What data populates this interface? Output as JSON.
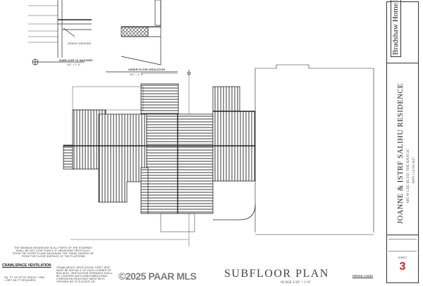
{
  "details": {
    "detail1_title": "SUBFLOOR TO MASONRY",
    "detail1_scale": "3/4\" = 1'-0\"",
    "detail1_note": "GRAVEL BEDDING",
    "detail2_title": "UNDER FLOOR INSULATION",
    "detail2_scale": "3/4\" = 1'-0\""
  },
  "notes": {
    "headroom": "THE MINIMUM HEADROOM IN ALL PARTS OF THE STAIRWAY SHALL BE NOT LESS THAN 6'-8\" MEASURED VERTICALLY FROM THE SLOPE PLANE ADJOINING THE TREAD NOSING OR FROM THE FLOOR SURFACE OF THE PLATFORM",
    "crawlspace_title": "CRAWLSPACE VENTILATION",
    "crawlspace_text": "SQ. FT. OF ATTIC SPACE / 1500 = NET SQ FT REQUIRED",
    "crawlspace_note": "CRAWLSPACE VENTILATION: FIRST VENT MUST BE WITHIN 3' OF EACH CORNER OF BUILDING. VENTILATION OPENINGS SHALL BE COVERED WITH NONCOMBUSTIBLE CORROSION RESISTANT MESH WITH OPENING NO TO EXCEED 1/8\""
  },
  "plan": {
    "title": "SUBFLOOR PLAN",
    "scale": "SCALE 3/16\" = 1'-0\"",
    "design_loads": "DESIGN LOADS"
  },
  "watermark": "©2025 PAAR MLS",
  "title_block": {
    "company": "Bradshaw Home Design",
    "project": "JOANNE & ISTRF SALIHU RESIDENCE",
    "address": "605 W LEE BLVD, THE RANCH",
    "apn": "APN 112-02-047",
    "sheet_label": "SHEET",
    "sheet_number": "3"
  },
  "colors": {
    "line": "#222222",
    "sheet_number": "#d0202a"
  }
}
